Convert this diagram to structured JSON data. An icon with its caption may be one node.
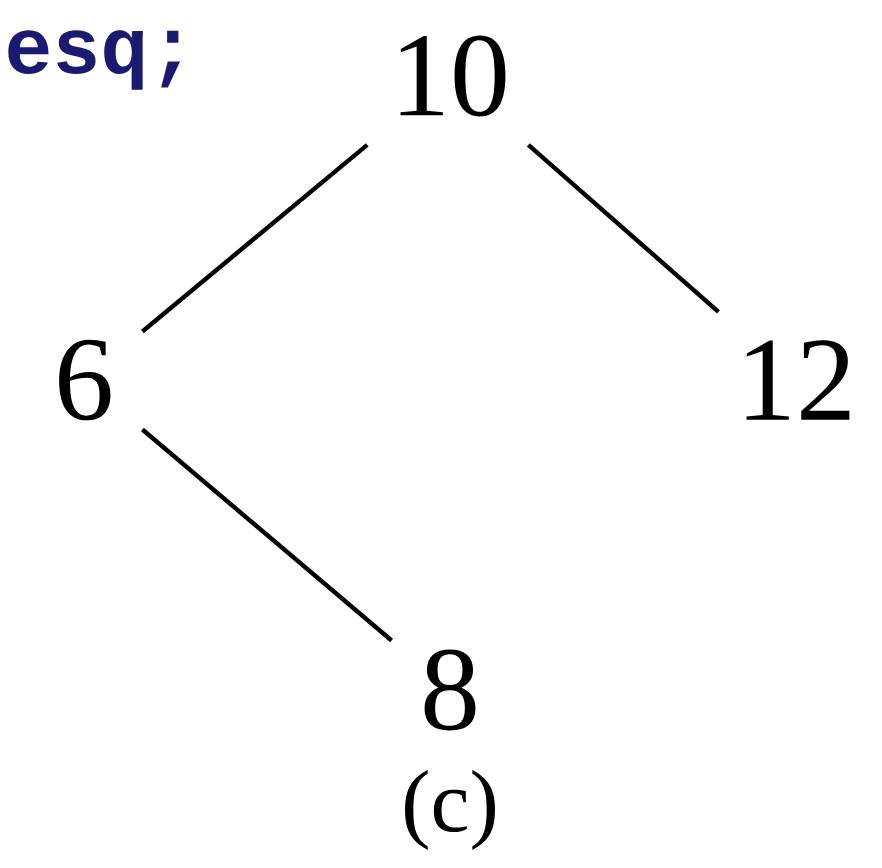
{
  "diagram": {
    "caption": "(c)",
    "nodes": [
      {
        "text": [
          "10"
        ]
      },
      {
        "text": [
          "6"
        ]
      },
      {
        "text": [
          "12"
        ]
      },
      {
        "text": [
          "8"
        ]
      }
    ],
    "edges": [
      {
        "from": 0,
        "to": 1,
        "arrow": "none"
      },
      {
        "from": 0,
        "to": 2,
        "arrow": "none"
      },
      {
        "from": 1,
        "to": 3,
        "arrow": "none"
      }
    ],
    "labels": [
      "esq;"
    ]
  }
}
